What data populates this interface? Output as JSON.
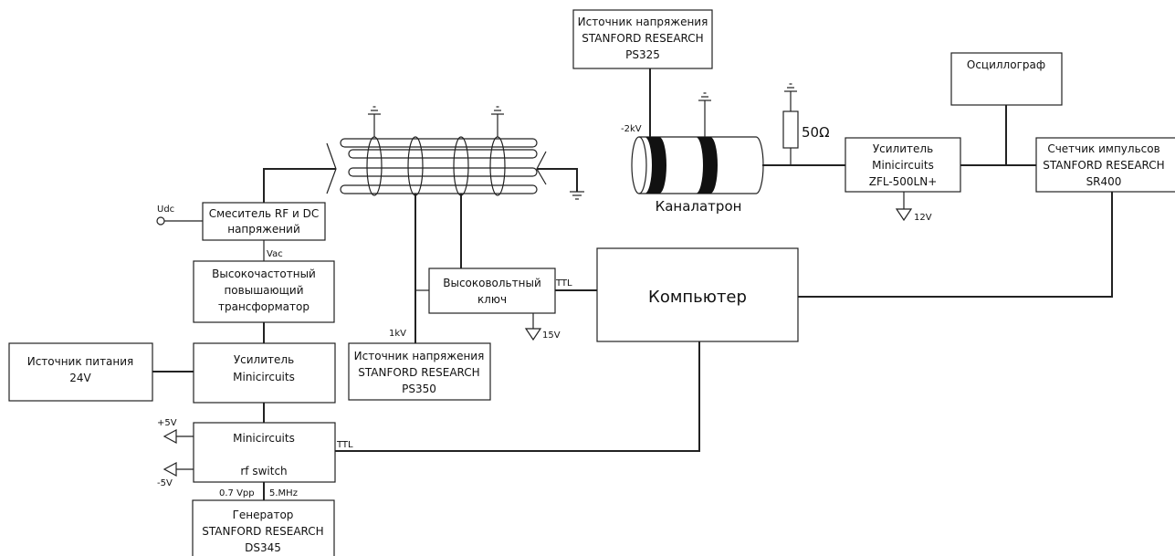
{
  "blocks": {
    "ps325": {
      "lines": [
        "Источник напряжения",
        "STANFORD RESEARCH",
        "PS325"
      ]
    },
    "oscilloscope": {
      "lines": [
        "Осциллограф"
      ]
    },
    "amp_zfl": {
      "lines": [
        "Усилитель",
        "Minicircuits",
        "ZFL-500LN+"
      ]
    },
    "counter": {
      "lines": [
        "Счетчик импульсов",
        "STANFORD RESEARCH",
        "SR400"
      ]
    },
    "mixer": {
      "lines": [
        "Смеситель RF и DC",
        "напряжений"
      ]
    },
    "hf_transformer": {
      "lines": [
        "Высокочастотный",
        "повышающий",
        "трансформатор"
      ]
    },
    "power_supply": {
      "lines": [
        "Источник питания",
        "24V"
      ]
    },
    "amp_mini": {
      "lines": [
        "Усилитель",
        "Minicircuits"
      ]
    },
    "rf_switch": {
      "lines": [
        "Minicircuits",
        "rf switch"
      ]
    },
    "generator": {
      "lines": [
        "Генератор",
        "STANFORD RESEARCH",
        "DS345"
      ]
    },
    "hv_key": {
      "lines": [
        "Высоковольтный",
        "ключ"
      ]
    },
    "ps350": {
      "lines": [
        "Источник напряжения",
        "STANFORD RESEARCH",
        "PS350"
      ]
    },
    "computer": {
      "lines": [
        "Компьютер"
      ]
    }
  },
  "labels": {
    "channeltron": "Каналатрон",
    "resistor": "50Ω",
    "minus2kv": "-2kV",
    "v12": "12V",
    "v15": "15V",
    "one_kv": "1kV",
    "ttl_key": "TTL",
    "ttl_switch": "TTL",
    "udc": "Udc",
    "vac": "Vac",
    "plus5v": "+5V",
    "minus5v": "-5V",
    "vpp": "0.7 Vpp",
    "mhz": "5.MHz"
  }
}
